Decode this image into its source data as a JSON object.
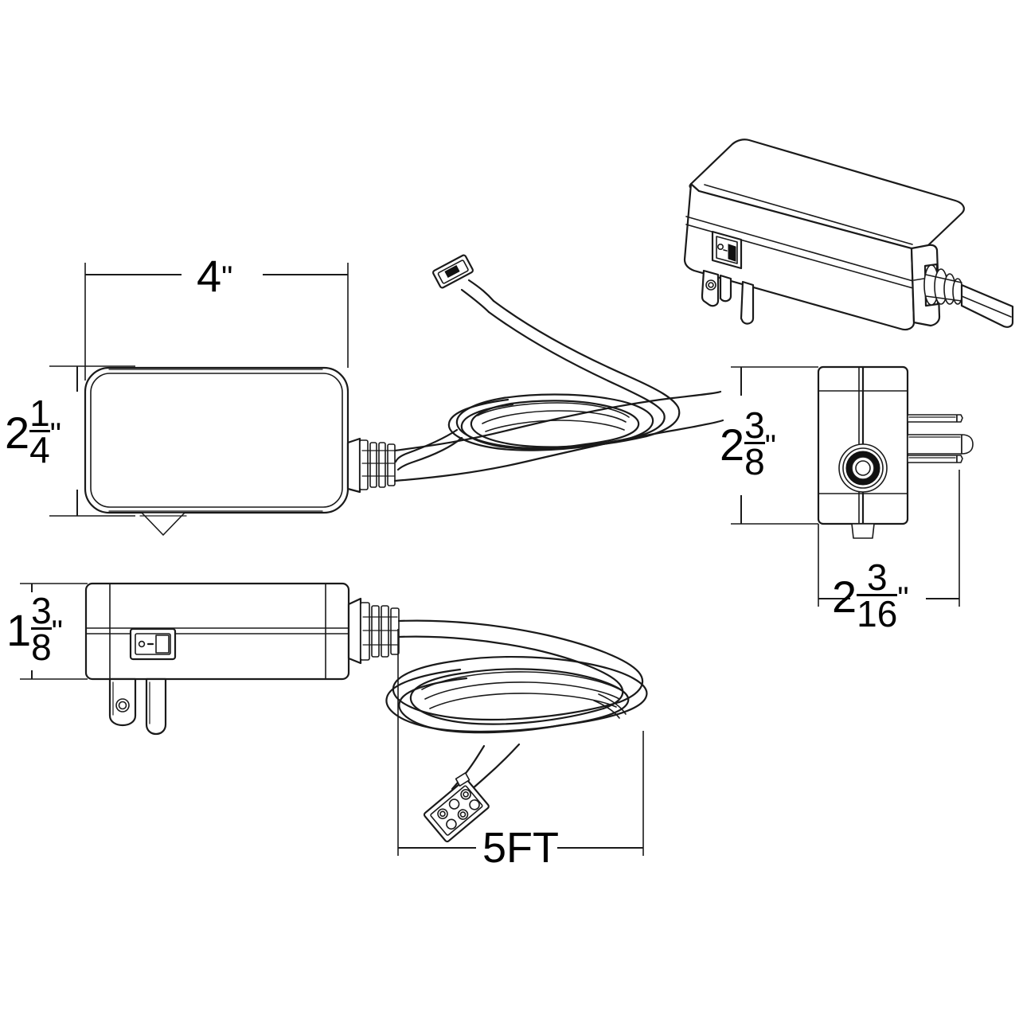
{
  "document": {
    "type": "technical-dimension-drawing",
    "subject": "AC wall plug power adapter with 5FT output cable",
    "background_color": "#ffffff",
    "line_color": "#1a1a1a"
  },
  "views": [
    {
      "id": "top-view",
      "name": "Top view of adapter body with strain relief and cable",
      "position": "top-left"
    },
    {
      "id": "isometric-view",
      "name": "3D isometric view of adapter with rocker switch and prongs",
      "position": "top-right"
    },
    {
      "id": "front-view",
      "name": "Front view of adapter showing prongs and cable grommet",
      "position": "middle-right"
    },
    {
      "id": "side-view",
      "name": "Side view of adapter showing rocker switch and blade prongs",
      "position": "bottom-left"
    },
    {
      "id": "cable-view",
      "name": "Coiled output cable with multi-pin connector",
      "position": "bottom-center"
    }
  ],
  "dimensions": {
    "width_top": {
      "whole": "4",
      "num": "",
      "den": "",
      "unit": "\"",
      "label": "4\""
    },
    "height_top": {
      "whole": "2",
      "num": "1",
      "den": "4",
      "unit": "\"",
      "label": "2 1/4\""
    },
    "height_front": {
      "whole": "2",
      "num": "3",
      "den": "8",
      "unit": "\"",
      "label": "2 3/8\""
    },
    "width_front": {
      "whole": "2",
      "num": "3",
      "den": "16",
      "unit": "\"",
      "label": "2 3/16\""
    },
    "height_side": {
      "whole": "1",
      "num": "3",
      "den": "8",
      "unit": "\"",
      "label": "1 3/8\""
    },
    "cable_length": {
      "value": "5FT",
      "label": "5FT"
    }
  },
  "components": {
    "rocker_switch": {
      "name": "rocker-switch",
      "off_mark": "O",
      "on_mark": "—"
    },
    "prongs": {
      "count_side": 2,
      "count_front": 3
    },
    "strain_relief": {
      "name": "ribbed-strain-relief"
    },
    "connector_small": {
      "name": "small-rectangular-connector"
    },
    "connector_pin": {
      "name": "multi-pin-connector",
      "pin_count": 6
    },
    "grommet": {
      "name": "circular-cable-grommet"
    }
  }
}
